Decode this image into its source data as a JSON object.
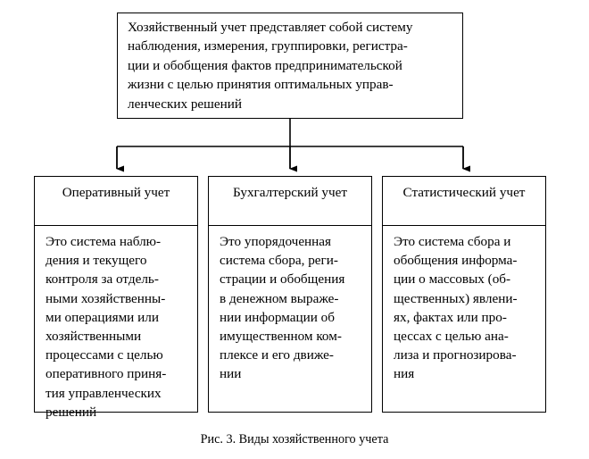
{
  "figure": {
    "root": {
      "text": "Хозяйственный учет представляет собой систему\nнаблюдения, измерения, группировки, регистра-\nции и обобщения фактов предпринимательской\nжизни с целью принятия оптимальных управ-\nленческих решений"
    },
    "branches": [
      {
        "title": "Оперативный учет",
        "description": "Это система наблю-\nдения и текущего\nконтроля за отдель-\nными хозяйственны-\nми операциями или\nхозяйственными\nпроцессами с целью\nоперативного приня-\nтия управленческих\nрешений"
      },
      {
        "title": "Бухгалтерский учет",
        "description": "Это упорядоченная\nсистема сбора, реги-\nстрации и обобщения\nв денежном выраже-\nнии информации об\nимущественном ком-\nплексе и его движе-\nнии"
      },
      {
        "title": "Статистический учет",
        "description": "Это система сбора и\nобобщения информа-\nции о массовых (об-\nщественных) явлени-\nях, фактах или про-\nцессах с целью ана-\nлиза и прогнозирова-\nния"
      }
    ],
    "caption": "Рис. 3. Виды хозяйственного учета",
    "colors": {
      "background": "#ffffff",
      "border": "#000000",
      "text": "#000000",
      "connector": "#000000"
    }
  }
}
